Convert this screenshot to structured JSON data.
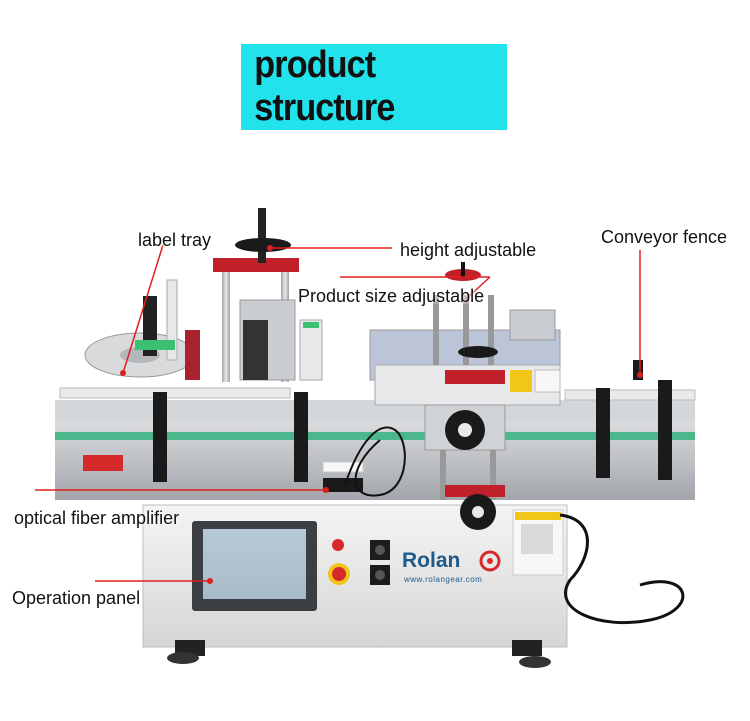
{
  "title": "product structure",
  "callouts": {
    "label_tray": "label tray",
    "height_adjustable": "height adjustable",
    "product_size_adjustable": "Product size adjustable",
    "conveyor_fence": "Conveyor fence",
    "optical_fiber_amplifier": "optical fiber amplifier",
    "operation_panel": "Operation panel"
  },
  "brand": {
    "name": "Rolan",
    "url": "www.rolangear.com"
  },
  "colors": {
    "title_bg": "#22e3ec",
    "leader_line": "#e01f1f",
    "machine_steel": "#c8ccd0",
    "conveyor_belt": "#2bb07a",
    "adjuster_red": "#c0202a"
  }
}
